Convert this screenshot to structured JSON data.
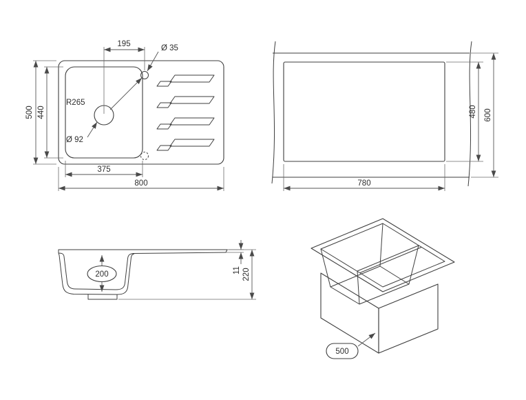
{
  "drawing": {
    "plan": {
      "dim_center_to_hole": "195",
      "dim_hole_dia": "Ø 35",
      "dim_outer_depth": "500",
      "dim_inner_depth": "440",
      "dim_radius": "R265",
      "dim_drain_dia": "Ø 92",
      "dim_bowl_width": "375",
      "dim_outer_width": "800"
    },
    "cutout": {
      "dim_cut_depth": "480",
      "dim_counter_depth": "600",
      "dim_cut_width": "780"
    },
    "side": {
      "balloon_bowl_depth": "200",
      "dim_rim_height": "11",
      "dim_total_height": "220"
    },
    "iso": {
      "balloon_cabinet_width": "500"
    }
  }
}
